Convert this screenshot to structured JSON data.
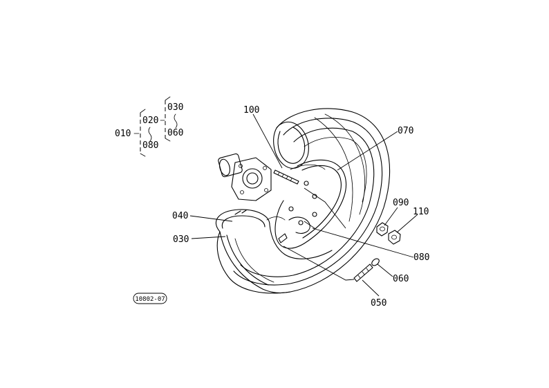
{
  "tree": {
    "root": "010",
    "level1_top": "020",
    "level1_bottom": "080",
    "level2_top": "030",
    "level2_bottom": "060"
  },
  "callouts": {
    "c100": "100",
    "c070": "070",
    "c090": "090",
    "c110": "110",
    "c040": "040",
    "c030": "030",
    "c080": "080",
    "c060": "060",
    "c050": "050"
  },
  "drawing_code": "10802-07"
}
